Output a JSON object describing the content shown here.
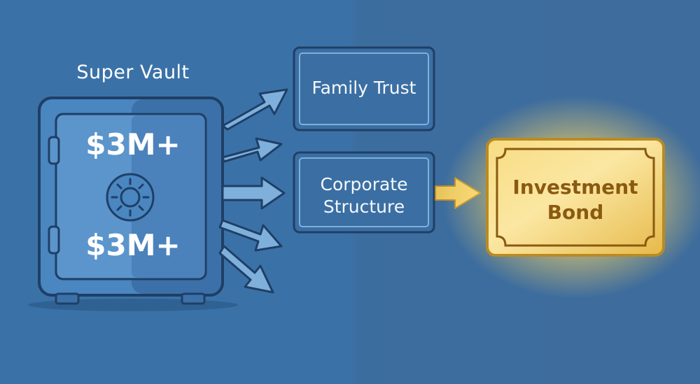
{
  "vault": {
    "title": "Super Vault",
    "amount_top": "$3M+",
    "amount_bottom": "$3M+"
  },
  "boxes": {
    "family_trust": "Family Trust",
    "corporate_line1": "Corporate",
    "corporate_line2": "Structure"
  },
  "bond": {
    "line1": "Investment",
    "line2": "Bond"
  },
  "colors": {
    "background": "#3a72a8",
    "outline": "#1f3f66",
    "box_fill": "#3b6fa3",
    "arrow_fill": "#7fb0dc",
    "gold": "#f2cf63"
  }
}
